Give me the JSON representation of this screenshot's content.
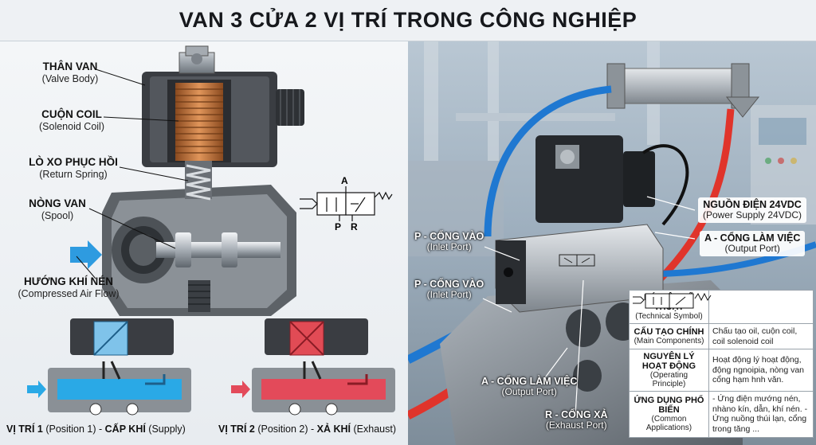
{
  "title": "VAN 3 CỬA 2 VỊ TRÍ TRONG CÔNG NGHIỆP",
  "left": {
    "labels": {
      "valve_body": {
        "vi": "THÂN VAN",
        "en": "(Valve Body)"
      },
      "coil": {
        "vi": "CUỘN COIL",
        "en": "(Solenoid Coil)"
      },
      "spring": {
        "vi": "LÒ XO PHỤC HỒI",
        "en": "(Return Spring)"
      },
      "spool": {
        "vi": "NÒNG VAN",
        "en": "(Spool)"
      },
      "air_flow": {
        "vi": "HƯỚNG KHÍ NÉN",
        "en": "(Compressed Air Flow)"
      }
    },
    "symbol": {
      "a": "A",
      "p": "P",
      "r": "R"
    },
    "position1": {
      "bold": "VỊ TRÍ 1",
      "mid": " (Position 1) - ",
      "bold2": "CẤP KHÍ",
      "tail": " (Supply)"
    },
    "position2": {
      "bold": "VỊ TRÍ 2",
      "mid": " (Position 2) - ",
      "bold2": "XẢ KHÍ",
      "tail": " (Exhaust)"
    },
    "colors": {
      "supply": "#2aa9e6",
      "exhaust": "#e34a5a",
      "copper": "#c8743a"
    }
  },
  "right": {
    "labels": {
      "power": {
        "vi": "NGUỒN ĐIỆN 24VDC",
        "en": "(Power Supply 24VDC)"
      },
      "output_top": {
        "vi": "A - CỔNG LÀM VIỆC",
        "en": "(Output Port)"
      },
      "inlet_top": {
        "vi": "P - CỔNG VÀO",
        "en": "(Inlet Port)"
      },
      "inlet_mid": {
        "vi": "P - CỔNG VÀO",
        "en": "(Inlet Port)"
      },
      "output_bottom": {
        "vi": "A - CỔNG LÀM VIỆC",
        "en": "(Output Port)"
      },
      "exhaust": {
        "vi": "R - CỔNG XẢ",
        "en": "(Exhaust Port)"
      }
    },
    "table": [
      {
        "vi": "KÝ HIỆU KỸ THUẬT",
        "en": "(Technical Symbol)",
        "value": ""
      },
      {
        "vi": "CẤU TẠO CHÍNH",
        "en": "(Main Components)",
        "value": "Chấu tạo oil, cuộn coil, coil solenoid coil"
      },
      {
        "vi": "NGUYÊN LÝ HOẠT ĐỘNG",
        "en": "(Operating Principle)",
        "value": "Hoạt động lý hoạt động, động ngnoipia, nòng van cổng hạm hnh văn."
      },
      {
        "vi": "ỨNG DỤNG PHỔ BIẾN",
        "en": "(Common Applications)",
        "value": "- Ứng điện mướng nén, nhàno kín, dẫn, khí nén. - Ứng nuồng thúi lạn, cổng trong tăng ..."
      }
    ],
    "colors": {
      "hose_blue": "#1f78d1",
      "hose_red": "#e0342b"
    }
  }
}
